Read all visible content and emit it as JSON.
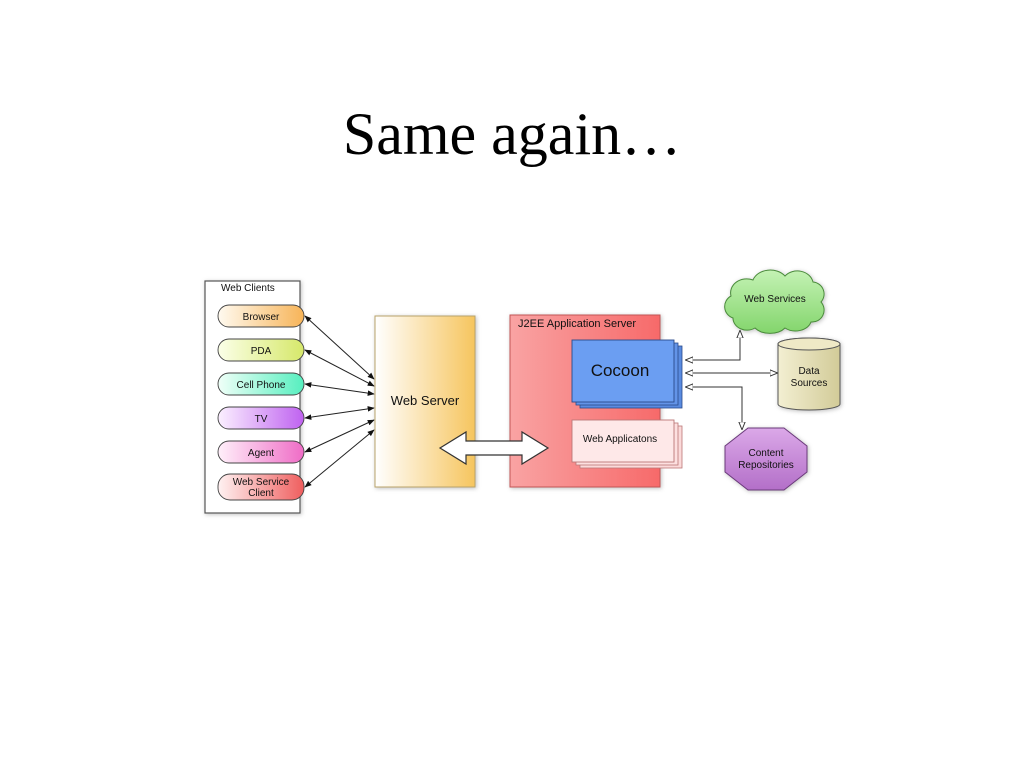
{
  "slide": {
    "title": "Same again…"
  },
  "diagram": {
    "web_clients": {
      "label": "Web Clients",
      "clients": [
        "Browser",
        "PDA",
        "Cell Phone",
        "TV",
        "Agent"
      ],
      "web_service_client": [
        "Web Service",
        "Client"
      ]
    },
    "web_server": {
      "label": "Web Server"
    },
    "app_server": {
      "label": "J2EE Application Server",
      "cocoon": "Cocoon",
      "web_apps": "Web Applicatons"
    },
    "web_services": {
      "label": "Web Services"
    },
    "data_sources": {
      "label": [
        "Data",
        "Sources"
      ]
    },
    "content_repositories": {
      "label": [
        "Content",
        "Repositories"
      ]
    }
  },
  "colors": {
    "browser": "#f7b458",
    "pda": "#d6e86a",
    "cell_phone": "#56efbf",
    "tv": "#bf62f0",
    "agent": "#ef6cc6",
    "web_service_client": "#ef5e5e",
    "web_server": "#f6c55e",
    "app_server": "#f76a6a",
    "cocoon": "#6b9ef2",
    "web_services": "#93e07d",
    "data_sources": "#e2dcae",
    "content_repositories": "#c584d6"
  }
}
